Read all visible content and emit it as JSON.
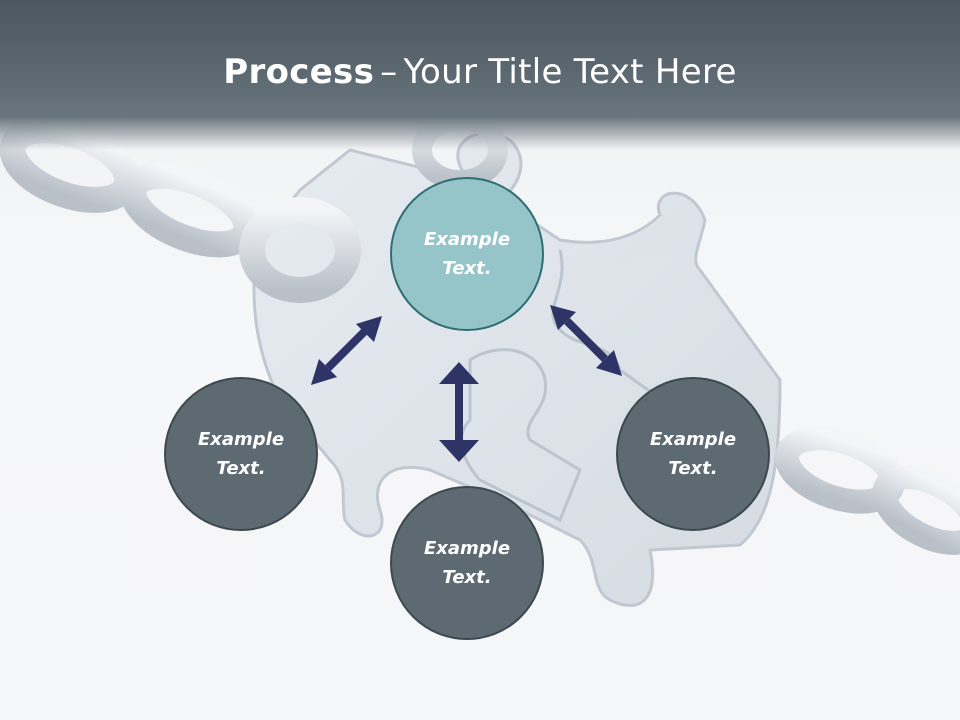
{
  "title": {
    "bold": "Process",
    "separator": "–",
    "rest": "Your Title Text Here"
  },
  "nodes": [
    {
      "id": "top",
      "text": "Example Text."
    },
    {
      "id": "left",
      "text": "Example Text."
    },
    {
      "id": "right",
      "text": "Example Text."
    },
    {
      "id": "bottom",
      "text": "Example Text."
    }
  ],
  "colors": {
    "header": "#5b676f",
    "highlight_node": "#95c5c8",
    "node": "#5e6a72",
    "arrow": "#2f3466"
  }
}
